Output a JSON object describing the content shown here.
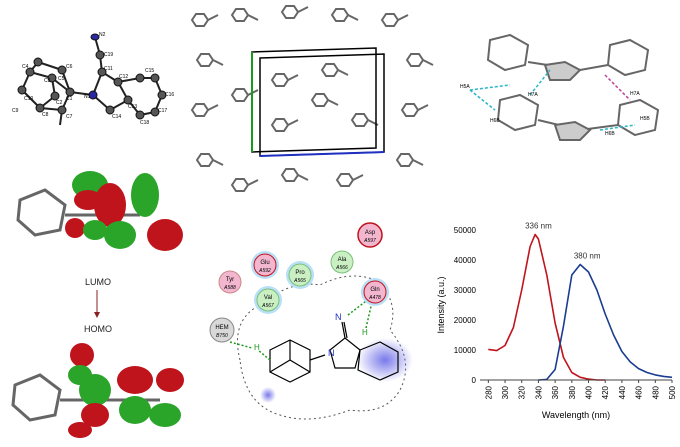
{
  "ortep": {
    "atoms": [
      "N2",
      "C19",
      "C11",
      "C12",
      "C13",
      "C14",
      "C15",
      "C16",
      "C17",
      "C18",
      "N1",
      "C1",
      "C2",
      "C3",
      "C4",
      "C5",
      "C6",
      "C7",
      "C8",
      "C9",
      "C10"
    ]
  },
  "hbond": {
    "labels": [
      "H5A",
      "H7A",
      "H6B",
      "H7A",
      "H5B",
      "H6B"
    ]
  },
  "orbitals": {
    "lumo_label": "LUMO",
    "homo_label": "HOMO"
  },
  "interaction": {
    "residues": [
      {
        "name": "Asp",
        "id": "A597",
        "color": "#f2b6cf"
      },
      {
        "name": "Glu",
        "id": "A592",
        "color": "#f2b6cf"
      },
      {
        "name": "Ala",
        "id": "A566",
        "color": "#c9efc3"
      },
      {
        "name": "Tyr",
        "id": "A588",
        "color": "#f2b6cf"
      },
      {
        "name": "Pro",
        "id": "A565",
        "color": "#c9efc3"
      },
      {
        "name": "Gln",
        "id": "A478",
        "color": "#f2b6cf"
      },
      {
        "name": "Val",
        "id": "A567",
        "color": "#c9efc3"
      },
      {
        "name": "HEM",
        "id": "B750",
        "color": "#d9d9d9"
      }
    ],
    "atom_labels": [
      "N",
      "N",
      "H",
      "H"
    ]
  },
  "chart_data": {
    "type": "line",
    "x": [
      280,
      290,
      300,
      310,
      320,
      330,
      336,
      340,
      350,
      360,
      370,
      380,
      390,
      400,
      410,
      420,
      430,
      440,
      450,
      460,
      470,
      480,
      490,
      500
    ],
    "series": [
      {
        "name": "",
        "color": "#c0141c",
        "values": [
          10200,
          9800,
          11500,
          17500,
          30000,
          44500,
          48500,
          47000,
          35000,
          19000,
          7500,
          2500,
          900,
          300,
          0,
          0,
          null,
          null,
          null,
          null,
          null,
          null,
          null,
          null
        ]
      },
      {
        "name": "",
        "color": "#1a3d8f",
        "values": [
          null,
          null,
          null,
          null,
          null,
          null,
          null,
          0,
          200,
          3500,
          18000,
          35000,
          38500,
          36000,
          30000,
          22000,
          15000,
          9500,
          6000,
          3800,
          2500,
          1700,
          1200,
          900
        ]
      }
    ],
    "annotations": [
      {
        "label": "336 nm",
        "x": 336,
        "y": 48500
      },
      {
        "label": "380 nm",
        "x": 380,
        "y": 38500
      }
    ],
    "xlabel": "Wavelength (nm)",
    "ylabel": "Intensity (a.u.)",
    "xlim": [
      270,
      500
    ],
    "ylim": [
      0,
      50000
    ],
    "xticks": [
      280,
      300,
      320,
      340,
      360,
      380,
      400,
      420,
      440,
      460,
      480,
      500
    ],
    "yticks": [
      0,
      10000,
      20000,
      30000,
      40000,
      50000
    ],
    "grid": false
  }
}
